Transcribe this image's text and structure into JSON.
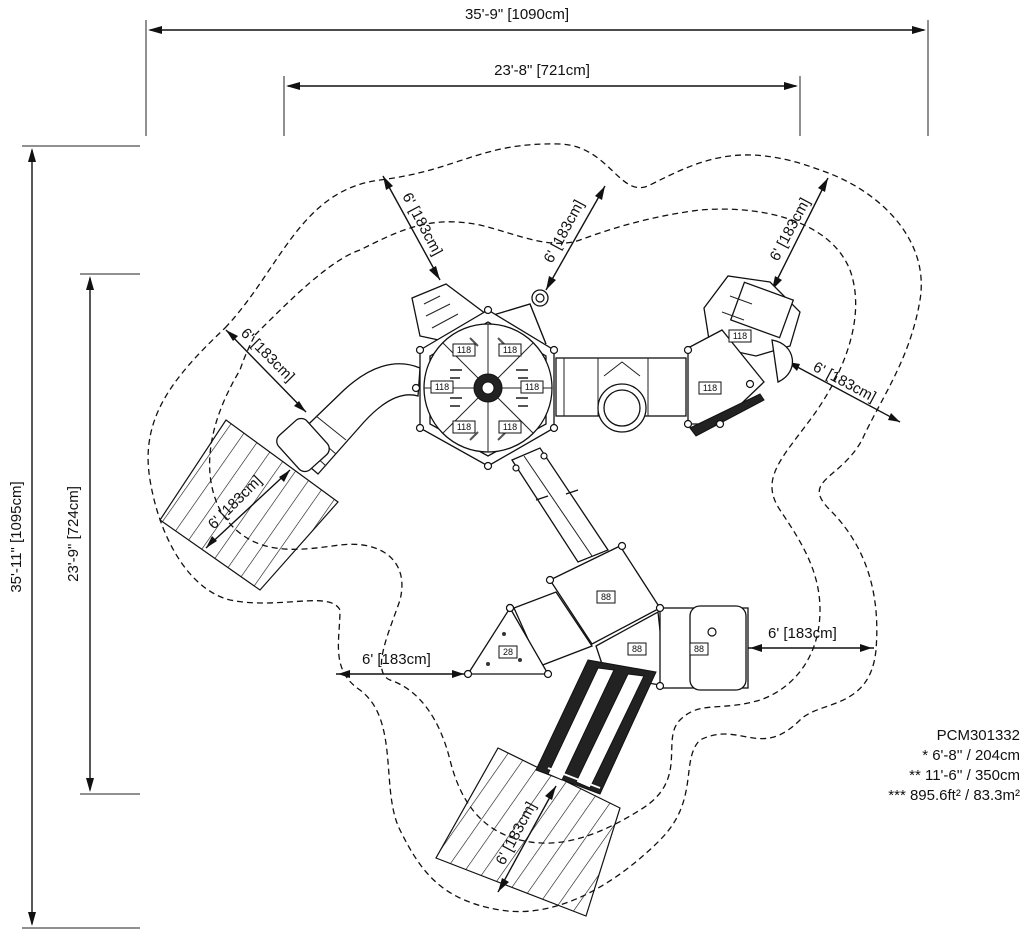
{
  "dimensions": {
    "overall_width": "35'-9\" [1090cm]",
    "inner_width": "23'-8\" [721cm]",
    "overall_depth": "35'-11\" [1095cm]",
    "inner_depth": "23'-9\" [724cm]"
  },
  "clearances": {
    "c1": "6' [183cm]",
    "c2": "6' [183cm]",
    "c3": "6' [183cm]",
    "c4": "6' [183cm]",
    "c5": "6' [183cm]",
    "c6": "6' [183cm]",
    "c7": "6' [183cm]",
    "c8": "6' [183cm]",
    "c9": "6' [183cm]"
  },
  "deck_labels": {
    "hex_1": "118",
    "hex_2": "118",
    "hex_3": "118",
    "hex_4": "118",
    "hex_5": "118",
    "hex_6": "118",
    "right_1": "118",
    "right_2": "118",
    "lower_1": "88",
    "lower_2": "88",
    "lower_3": "88",
    "tri": "28"
  },
  "info": {
    "model": "PCM301332",
    "line1": "* 6'-8'' / 204cm",
    "line2": "** 11'-6'' / 350cm",
    "line3": "*** 895.6ft² / 83.3m²"
  }
}
